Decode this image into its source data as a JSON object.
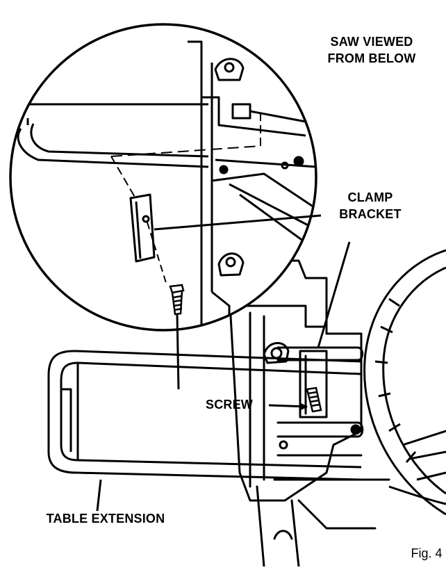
{
  "diagram": {
    "labels": {
      "saw_view_line1": "SAW VIEWED",
      "saw_view_line2": "FROM BELOW",
      "clamp_line1": "CLAMP",
      "clamp_line2": "BRACKET",
      "screw": "SCREW",
      "table_extension": "TABLE EXTENSION",
      "figure": "Fig. 4"
    }
  }
}
